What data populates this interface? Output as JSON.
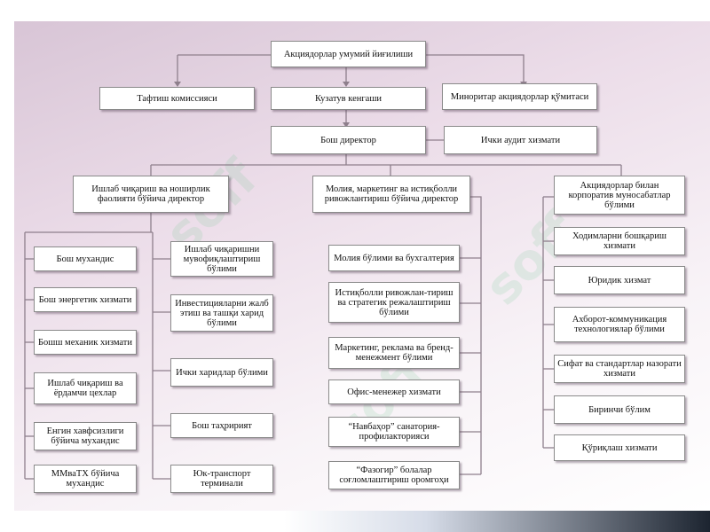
{
  "watermark": "soff",
  "nodes": {
    "shareholders_meeting": "Акциядорлар умумий йиғилиши",
    "audit_commission": "Тафтиш комиссияси",
    "supervisory_board": "Кузатув кенгаши",
    "minority_committee": "Миноритар акциядорлар қўмитаси",
    "director_general": "Бош директор",
    "internal_audit": "Ички аудит хизмати",
    "production_director": "Ишлаб чиқариш ва ноширлик фаолияти бўйича директор",
    "finance_director": "Молия, маркетинг ва истиқболли ривожлантириш бўйича директор",
    "corporate_relations": "Акциядорлар билан корпоратив муносабатлар бўлими"
  },
  "left_col": [
    "Бош мухандис",
    "Бош энергетик хизмати",
    "Бошш механик хизмати",
    "Ишлаб чиқариш ва ёрдамчи цехлар",
    "Енгин хавфсизлиги бўйича мухандис",
    "ММваТХ бўйича мухандис"
  ],
  "left_mid_col": [
    "Ишлаб чиқаришни мувофиқлаштириш бўлими",
    "Инвестицияларни жалб этиш ва ташқи харид бўлими",
    "Ички харидлар бўлими",
    "Бош таҳририят",
    "Юк-транспорт терминали"
  ],
  "center_col": [
    "Молия бўлими ва бухгалтерия",
    "Истиқболли ривожлан-тириш ва стратегик режалаштириш бўлими",
    "Маркетинг, реклама ва бренд-менежмент бўлими",
    "Офис-менежер хизмати",
    "“Навбаҳор” санатория-профилакторияси",
    "“Фазогир” болалар соғломлаштириш оромгоҳи"
  ],
  "right_col": [
    "Ходимларни бошқариш хизмати",
    "Юридик хизмат",
    "Ахборот-коммуникация технологиялар бўлими",
    "Сифат ва стандартлар назорати хизмати",
    "Биринчи бўлим",
    "Қўриқлаш хизмати"
  ]
}
